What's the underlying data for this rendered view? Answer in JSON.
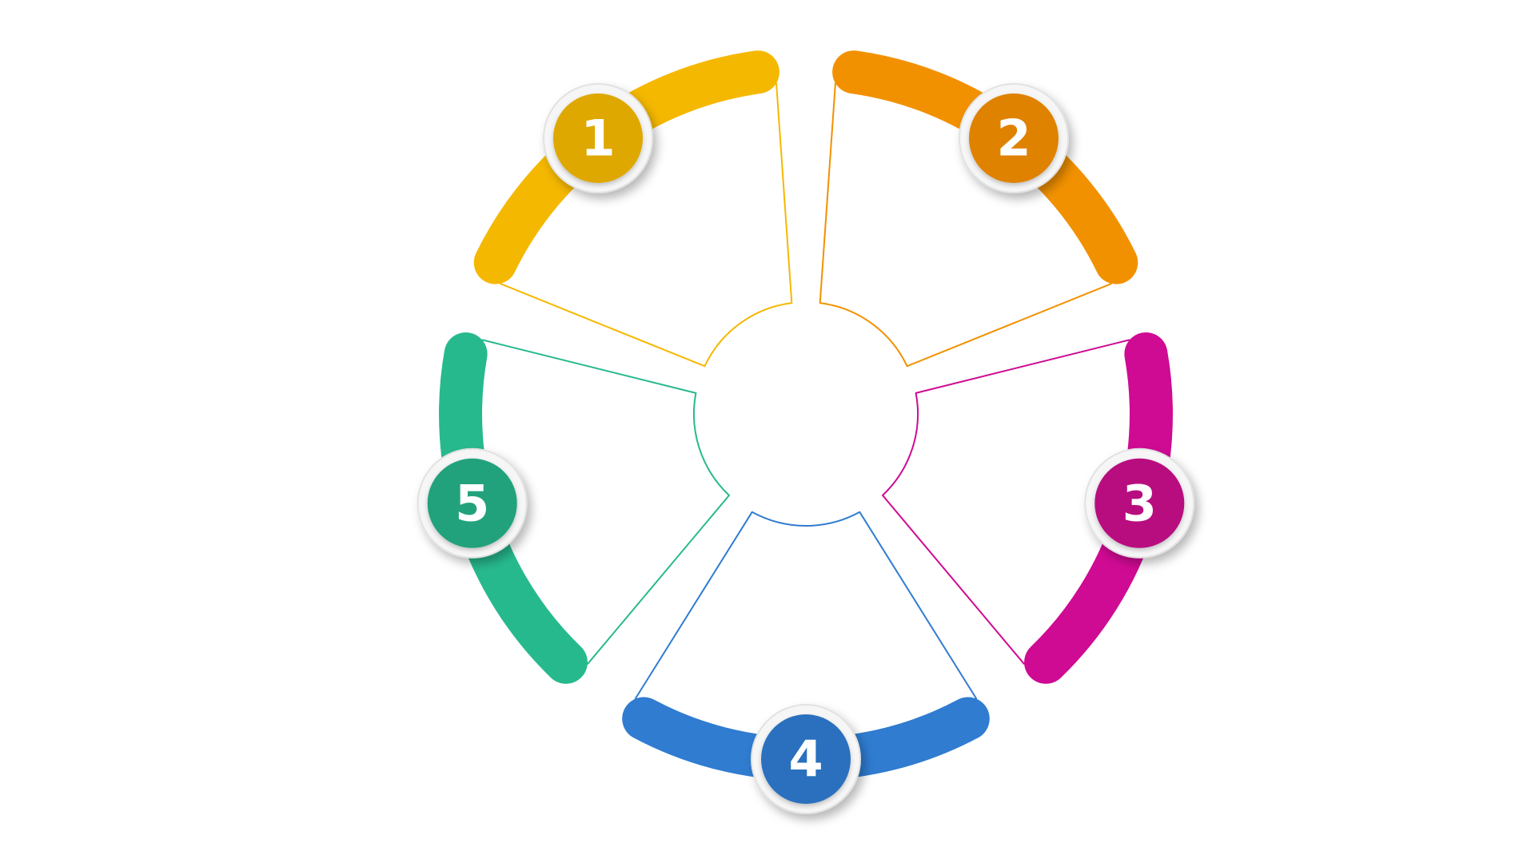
{
  "diagram": {
    "type": "cycle",
    "center_color": "#ffffff",
    "steps": [
      {
        "number": "1",
        "color": "#f5b800",
        "badge_color": "#dea800"
      },
      {
        "number": "2",
        "color": "#f29100",
        "badge_color": "#df8200"
      },
      {
        "number": "3",
        "color": "#cf0a93",
        "badge_color": "#b8077f"
      },
      {
        "number": "4",
        "color": "#2f7cd0",
        "badge_color": "#2a6fbe"
      },
      {
        "number": "5",
        "color": "#27b98e",
        "badge_color": "#20a27b"
      }
    ]
  }
}
